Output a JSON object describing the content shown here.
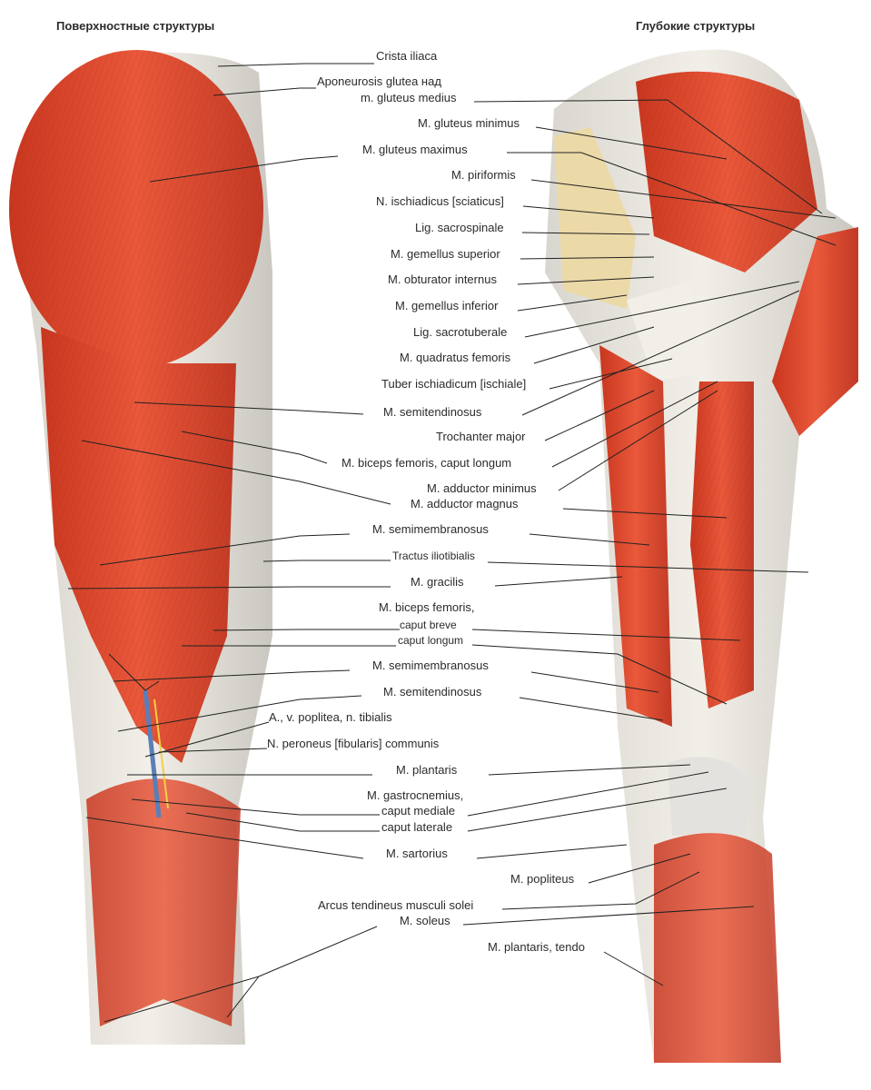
{
  "titles": {
    "left": "Поверхностные структуры",
    "right": "Глубокие структуры"
  },
  "labels": [
    "Crista iliaca",
    "Aponeurosis glutea над",
    "m. gluteus medius",
    "M. gluteus minimus",
    "M. gluteus maximus",
    "M. piriformis",
    "N. ischiadicus [sciaticus]",
    "Lig. sacrospinale",
    "M. gemellus superior",
    "M. obturator internus",
    "M. gemellus inferior",
    "Lig. sacrotuberale",
    "M. quadratus femoris",
    "Tuber ischiadicum [ischiale]",
    "M. semitendinosus",
    "Trochanter major",
    "M. biceps femoris, caput longum",
    "M. adductor minimus",
    "M. adductor magnus",
    "M. semimembranosus",
    "Tractus iliotibialis",
    "M. gracilis",
    "M. biceps femoris,",
    "caput breve",
    "caput longum",
    "M. semimembranosus",
    "M. semitendinosus",
    "A., v. poplitea, n. tibialis",
    "N. peroneus [fibularis] communis",
    "M. plantaris",
    "M. gastrocnemius,",
    "caput mediale",
    "caput laterale",
    "M. sartorius",
    "M. popliteus",
    "Arcus tendineus musculi solei",
    "M. soleus",
    "M. plantaris, tendo"
  ],
  "colors": {
    "muscle": "#d9442c",
    "muscle_light": "#ee8a6a",
    "tendon": "#e8e4dc",
    "bone": "#ecd9a8",
    "text": "#2b2b2b"
  }
}
